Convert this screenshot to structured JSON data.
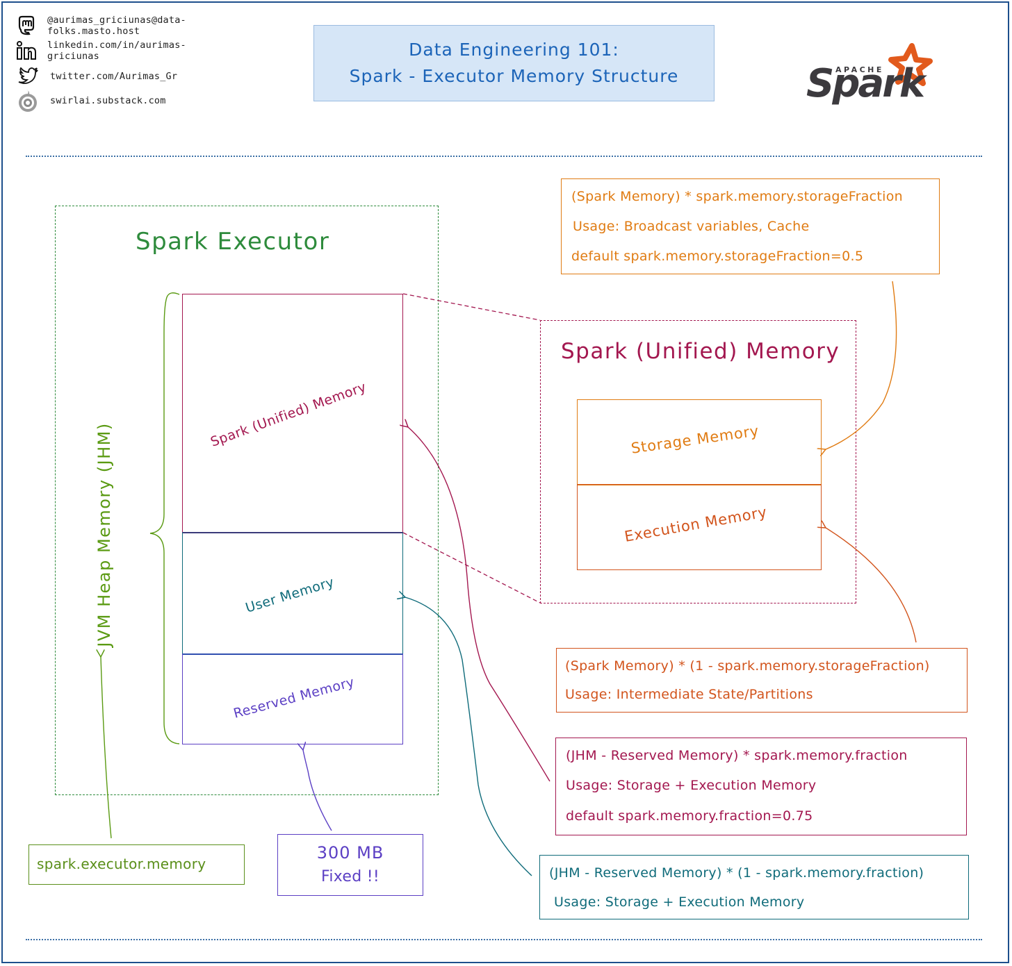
{
  "social": [
    {
      "icon": "mastodon-icon",
      "text": "@aurimas_griciunas@data-folks.masto.host"
    },
    {
      "icon": "linkedin-icon",
      "text": "linkedin.com/in/aurimas-griciunas"
    },
    {
      "icon": "twitter-icon",
      "text": "twitter.com/Aurimas_Gr"
    },
    {
      "icon": "substack-swirl-icon",
      "text": "swirlai.substack.com"
    }
  ],
  "title": {
    "line1": "Data Engineering 101:",
    "line2": "Spark - Executor Memory Structure"
  },
  "logo": {
    "apache": "APACHE",
    "spark": "Spark"
  },
  "executor": {
    "title": "Spark Executor",
    "jvm_label": "JVM Heap Memory (JHM)",
    "blocks": [
      {
        "name": "spark-unified-memory",
        "label": "Spark (Unified) Memory",
        "color": "#a3174f"
      },
      {
        "name": "user-memory",
        "label": "User Memory",
        "color": "#0f6b7a"
      },
      {
        "name": "reserved-memory",
        "label": "Reserved Memory",
        "color": "#5b3fc4"
      }
    ]
  },
  "unified": {
    "title": "Spark (Unified) Memory",
    "storage_label": "Storage Memory",
    "execution_label": "Execution Memory"
  },
  "notes": {
    "storage": {
      "lines": [
        "(Spark Memory) * spark.memory.storageFraction",
        "Usage: Broadcast variables, Cache",
        "default spark.memory.storageFraction=0.5"
      ],
      "color": "#e07b12"
    },
    "execution": {
      "lines": [
        "(Spark Memory) * (1 - spark.memory.storageFraction)",
        "Usage: Intermediate State/Partitions"
      ],
      "color": "#d2541c"
    },
    "spark_memory": {
      "lines": [
        "(JHM - Reserved Memory) * spark.memory.fraction",
        "Usage: Storage + Execution Memory",
        "default spark.memory.fraction=0.75"
      ],
      "color": "#a3174f"
    },
    "user_memory": {
      "lines": [
        "(JHM - Reserved Memory) * (1 - spark.memory.fraction)",
        "Usage: Storage + Execution Memory"
      ],
      "color": "#0f6b7a"
    },
    "executor_memory": {
      "text": "spark.executor.memory",
      "color": "#5a8f1a"
    },
    "reserved": {
      "line1": "300 MB",
      "line2": "Fixed !!",
      "color": "#5b3fc4"
    }
  },
  "colors": {
    "frame": "#1d4f8c",
    "title_bg": "#d6e6f7",
    "title_text": "#1c64b8",
    "executor_green": "#2e8b3c",
    "jvm_green": "#5a9a12",
    "spark_orange": "#e25a1c"
  }
}
